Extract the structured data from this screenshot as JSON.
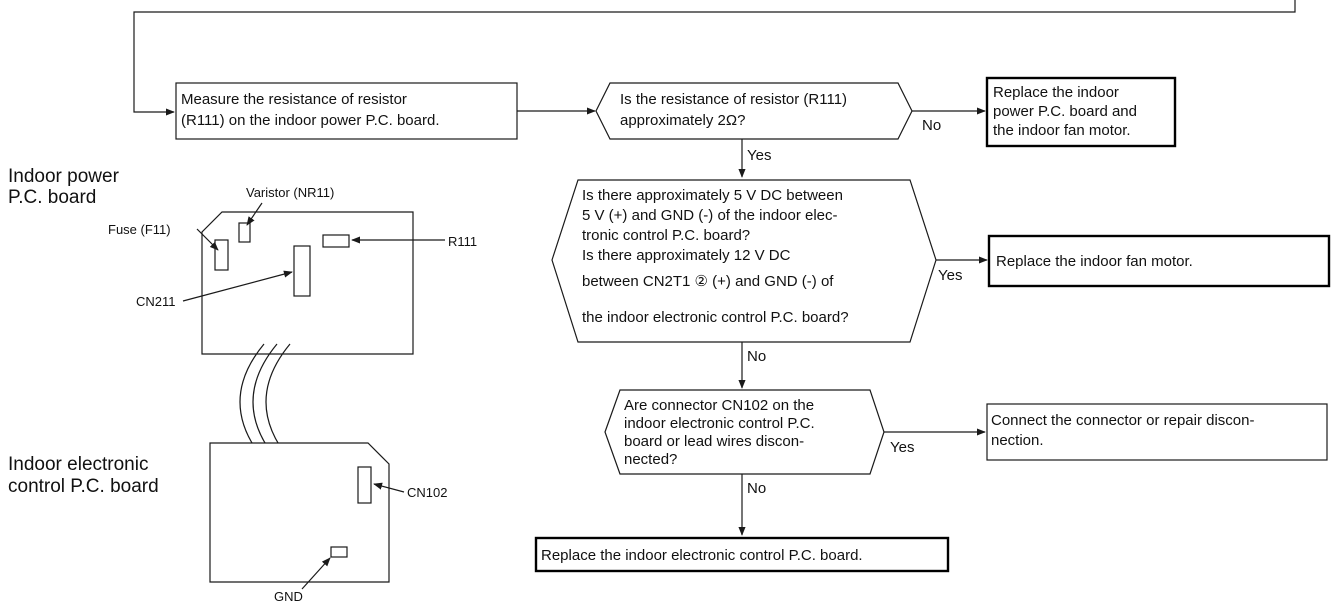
{
  "flow": {
    "measure": [
      "Measure the resistance of resistor",
      "(R111) on the indoor power P.C. board."
    ],
    "q_resistance": [
      "Is the resistance of resistor (R111)",
      "approximately 2Ω?"
    ],
    "no1": "No",
    "replace_board_motor": [
      "Replace the indoor",
      "power P.C. board and",
      "the indoor fan motor."
    ],
    "yes1": "Yes",
    "q_voltage": [
      "Is there approximately 5 V DC between",
      "5 V (+) and GND (-) of the indoor elec-",
      "tronic control P.C. board?",
      "Is there approximately 12 V DC",
      "between CN2T1 ② (+) and GND (-) of",
      "the indoor electronic control P.C. board?"
    ],
    "yes2": "Yes",
    "replace_motor": "Replace the indoor fan motor.",
    "no2": "No",
    "q_connector": [
      "Are connector CN102 on the",
      "indoor electronic control P.C.",
      "board or lead wires discon-",
      "nected?"
    ],
    "yes3": "Yes",
    "connect": [
      "Connect the connector or repair discon-",
      "nection."
    ],
    "no3": "No",
    "replace_ctrl": "Replace the indoor electronic control P.C. board."
  },
  "boards": {
    "power_title": [
      "Indoor power",
      "P.C. board"
    ],
    "varistor": "Varistor (NR11)",
    "fuse": "Fuse (F11)",
    "r111": "R111",
    "cn211": "CN211",
    "control_title": [
      "Indoor electronic",
      "control P.C. board"
    ],
    "cn102": "CN102",
    "gnd": "GND"
  }
}
